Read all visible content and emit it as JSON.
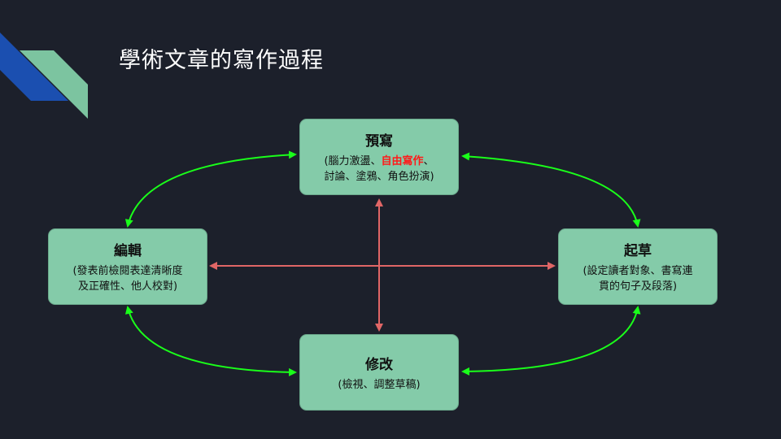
{
  "title": "學術文章的寫作過程",
  "colors": {
    "background": "#1c202b",
    "box_fill": "#84cba9",
    "cycle_arrow": "#1aff1a",
    "cross_arrow": "#e06666",
    "highlight": "#ff1a1a",
    "deco_blue": "#1b4fb0",
    "deco_green": "#7cc4a0"
  },
  "nodes": {
    "prewrite": {
      "head": "預寫",
      "sub_line1_a": "(腦力激盪、",
      "sub_line1_highlight": "自由寫作",
      "sub_line1_b": "、",
      "sub_line2": "討論、塗鴉、角色扮演)"
    },
    "draft": {
      "head": "起草",
      "sub_line1": "(設定讀者對象、書寫連",
      "sub_line2": "貫的句子及段落)"
    },
    "revise": {
      "head": "修改",
      "sub_line1": "(檢視、調整草稿)"
    },
    "edit": {
      "head": "編輯",
      "sub_line1": "(發表前檢閱表達清晰度",
      "sub_line2": "及正確性、他人校對)"
    }
  }
}
